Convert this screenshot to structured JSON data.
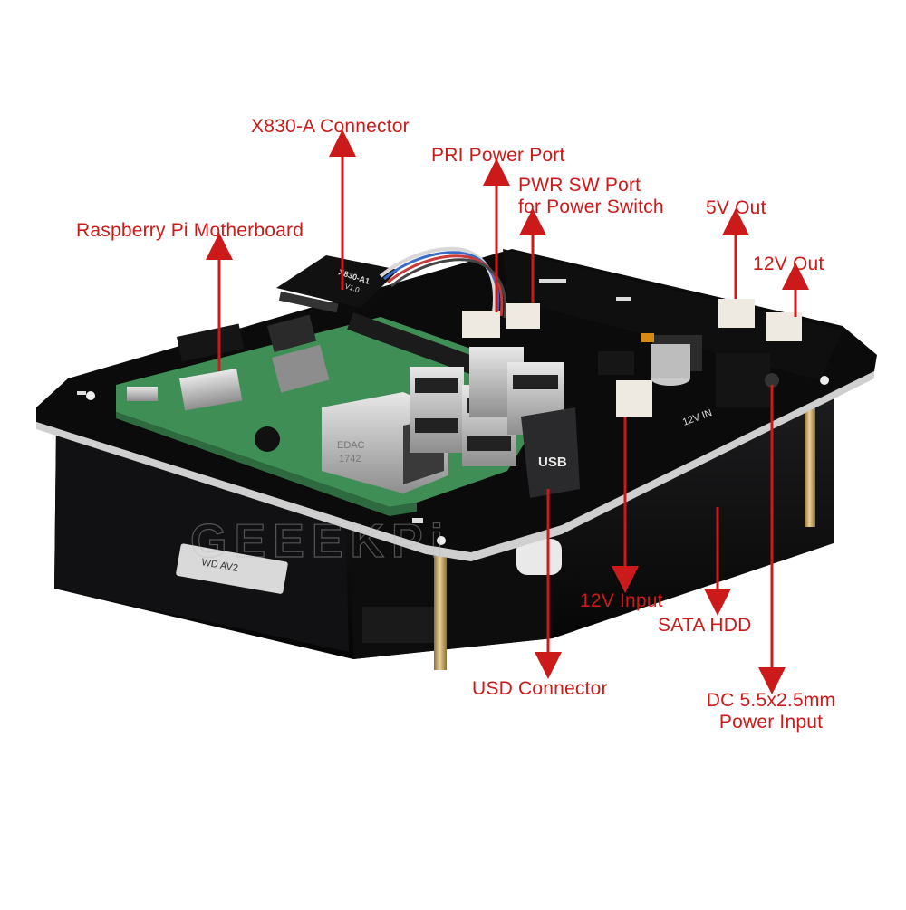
{
  "labels": {
    "x830_connector": "X830-A Connector",
    "pri_power_port": "PRI Power Port",
    "pwr_sw_port_line1": "PWR SW Port",
    "pwr_sw_port_line2": "for Power Switch",
    "five_v_out": "5V Out",
    "twelve_v_out": "12V Out",
    "raspberry_pi_motherboard": "Raspberry Pi Motherboard",
    "twelve_v_input": "12V Input",
    "sata_hdd": "SATA HDD",
    "usd_connector": "USD Connector",
    "dc_input_line1": "DC 5.5x2.5mm",
    "dc_input_line2": "Power Input"
  },
  "board_markings": {
    "usb_label": "USB",
    "module_label": "X830-A1",
    "module_version": "V1.0",
    "jack_label": "12V IN",
    "ethernet_text1": "EDAC",
    "ethernet_text2": "1742",
    "hdd_sticker": "WD AV2"
  },
  "colors": {
    "label_red": "#cc1a1a",
    "board_black": "#0b0b0c",
    "pi_green": "#3f8e55",
    "brass": "#c9ab6a"
  }
}
